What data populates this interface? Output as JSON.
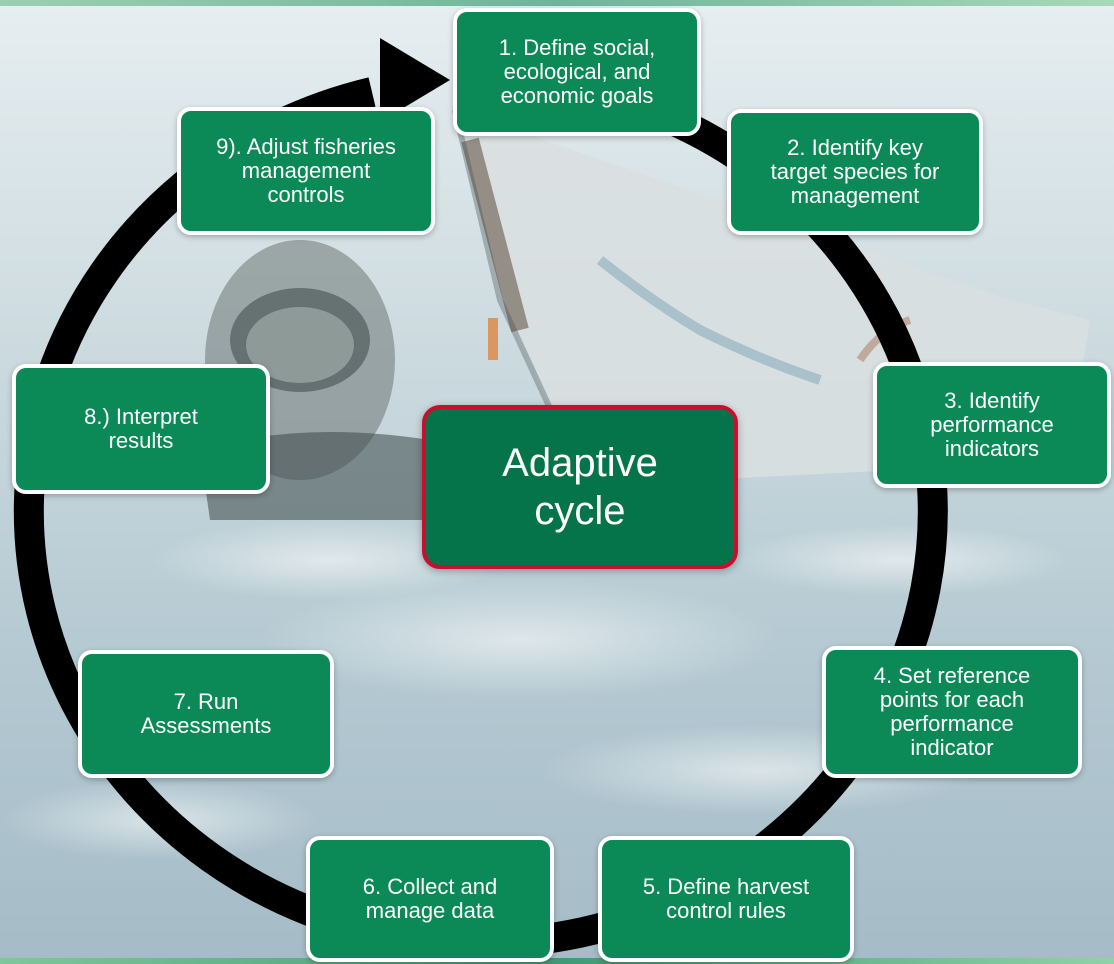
{
  "center": {
    "label": "Adaptive\ncycle",
    "fill": "#06744a",
    "border": "#c8102e"
  },
  "steps": [
    {
      "label": "1. Define social,\necological, and\neconomic goals"
    },
    {
      "label": "2. Identify key\ntarget species for\nmanagement"
    },
    {
      "label": "3. Identify\nperformance\nindicators"
    },
    {
      "label": "4. Set reference\npoints for each\nperformance\nindicator"
    },
    {
      "label": "5. Define harvest\ncontrol rules"
    },
    {
      "label": "6. Collect and\nmanage data"
    },
    {
      "label": "7. Run\nAssessments"
    },
    {
      "label": "8.) Interpret\nresults"
    },
    {
      "label": "9). Adjust fisheries\nmanagement\ncontrols"
    }
  ],
  "colors": {
    "step_fill": "#0b8a57",
    "step_border": "#ffffff",
    "cycle_arrow": "#000000"
  },
  "icons": {
    "cycle_arrow": "circular-arrow-icon",
    "background": "diver-and-boat-photo"
  }
}
